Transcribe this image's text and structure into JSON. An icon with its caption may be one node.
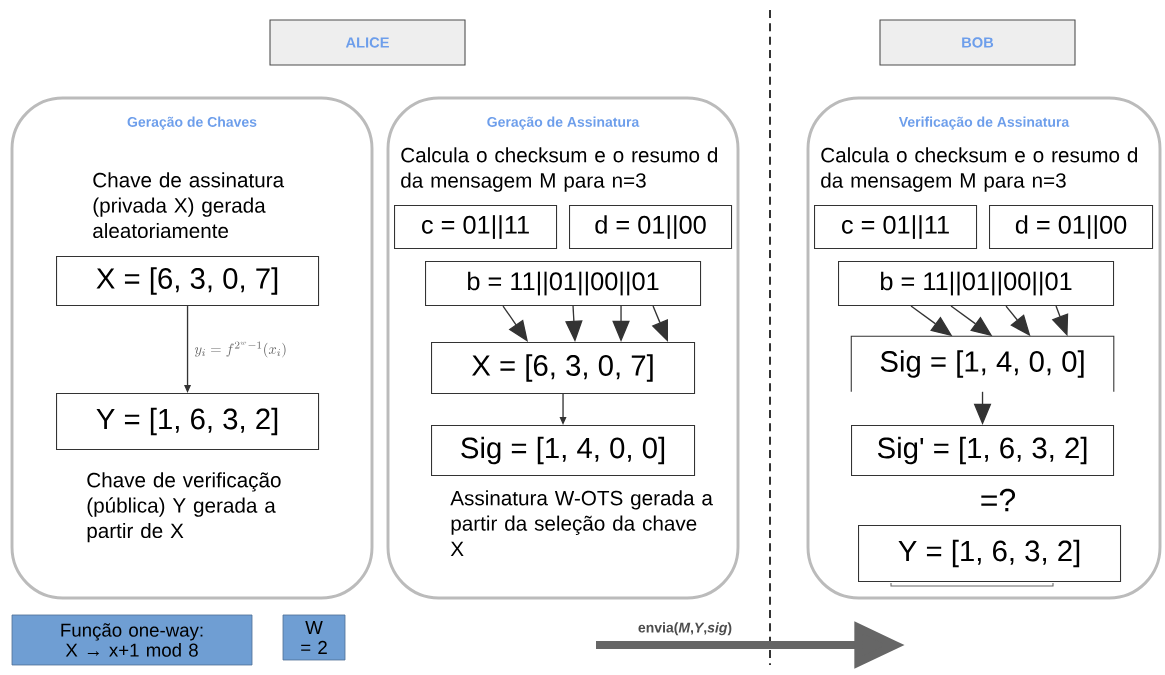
{
  "diagram": {
    "nodes": [
      {
        "text": [
          "ALICE"
        ]
      },
      {
        "text": [
          "BOB"
        ]
      },
      {
        "text": [
          "Geração de Chaves",
          "Chave de assinatura (privada X) gerada aleatoriamente",
          "Chave de verificação (pública) Y gerada a partir de X"
        ]
      },
      {
        "text": [
          "X = [6, 3, 0, 7]"
        ],
        "in": 2
      },
      {
        "text": [
          "Y = [1, 6, 3, 2]"
        ],
        "in": 2
      },
      {
        "text": [
          "Geração de Assinatura",
          "Calcula o checksum e o resumo d da mensagem M para n=3",
          "Assinatura W-OTS gerada a partir da seleção da chave X"
        ]
      },
      {
        "text": [
          "c = 01||11"
        ],
        "in": 5
      },
      {
        "text": [
          "d = 01||00"
        ],
        "in": 5
      },
      {
        "text": [
          "b = 11||01||00||01"
        ],
        "in": 5
      },
      {
        "text": [
          "X = [6, 3, 0, 7]"
        ],
        "in": 5
      },
      {
        "text": [
          "Sig = [1, 4, 0, 0]"
        ],
        "in": 5
      },
      {
        "text": [
          "Verificação de Assinatura",
          "Calcula o checksum e o resumo d da mensagem M para n=3"
        ]
      },
      {
        "text": [
          "c = 01||11"
        ],
        "in": 11
      },
      {
        "text": [
          "d = 01||00"
        ],
        "in": 11
      },
      {
        "text": [
          "b = 11||01||00||01"
        ],
        "in": 11
      },
      {
        "text": [
          "Sig = [1, 4, 0, 0]"
        ],
        "in": 11
      },
      {
        "text": [
          "Sig' = [1, 6, 3, 2]"
        ],
        "in": 11
      },
      {
        "text": [
          "Y = [1, 6, 3, 2]"
        ],
        "in": 11
      },
      {
        "text": [
          "Função one-way: X → x+1 mod 8"
        ]
      },
      {
        "text": [
          "W = 2"
        ]
      }
    ],
    "edges": [
      {
        "from": 3,
        "to": 4,
        "arrow": "to",
        "label": "y_i = f^{2^w-1}(x_i)"
      },
      {
        "from": 8,
        "to": 9,
        "arrow": "to"
      },
      {
        "from": 8,
        "to": 9,
        "arrow": "to"
      },
      {
        "from": 8,
        "to": 9,
        "arrow": "to"
      },
      {
        "from": 8,
        "to": 9,
        "arrow": "to"
      },
      {
        "from": 9,
        "to": 10,
        "arrow": "to"
      },
      {
        "from": 14,
        "to": 15,
        "arrow": "to"
      },
      {
        "from": 14,
        "to": 15,
        "arrow": "to"
      },
      {
        "from": 14,
        "to": 15,
        "arrow": "to"
      },
      {
        "from": 14,
        "to": 15,
        "arrow": "to"
      },
      {
        "from": 15,
        "to": 16,
        "arrow": "to"
      }
    ],
    "labels": [
      "=?",
      "**envia(*M*,*Y*,*sig*)**"
    ]
  }
}
